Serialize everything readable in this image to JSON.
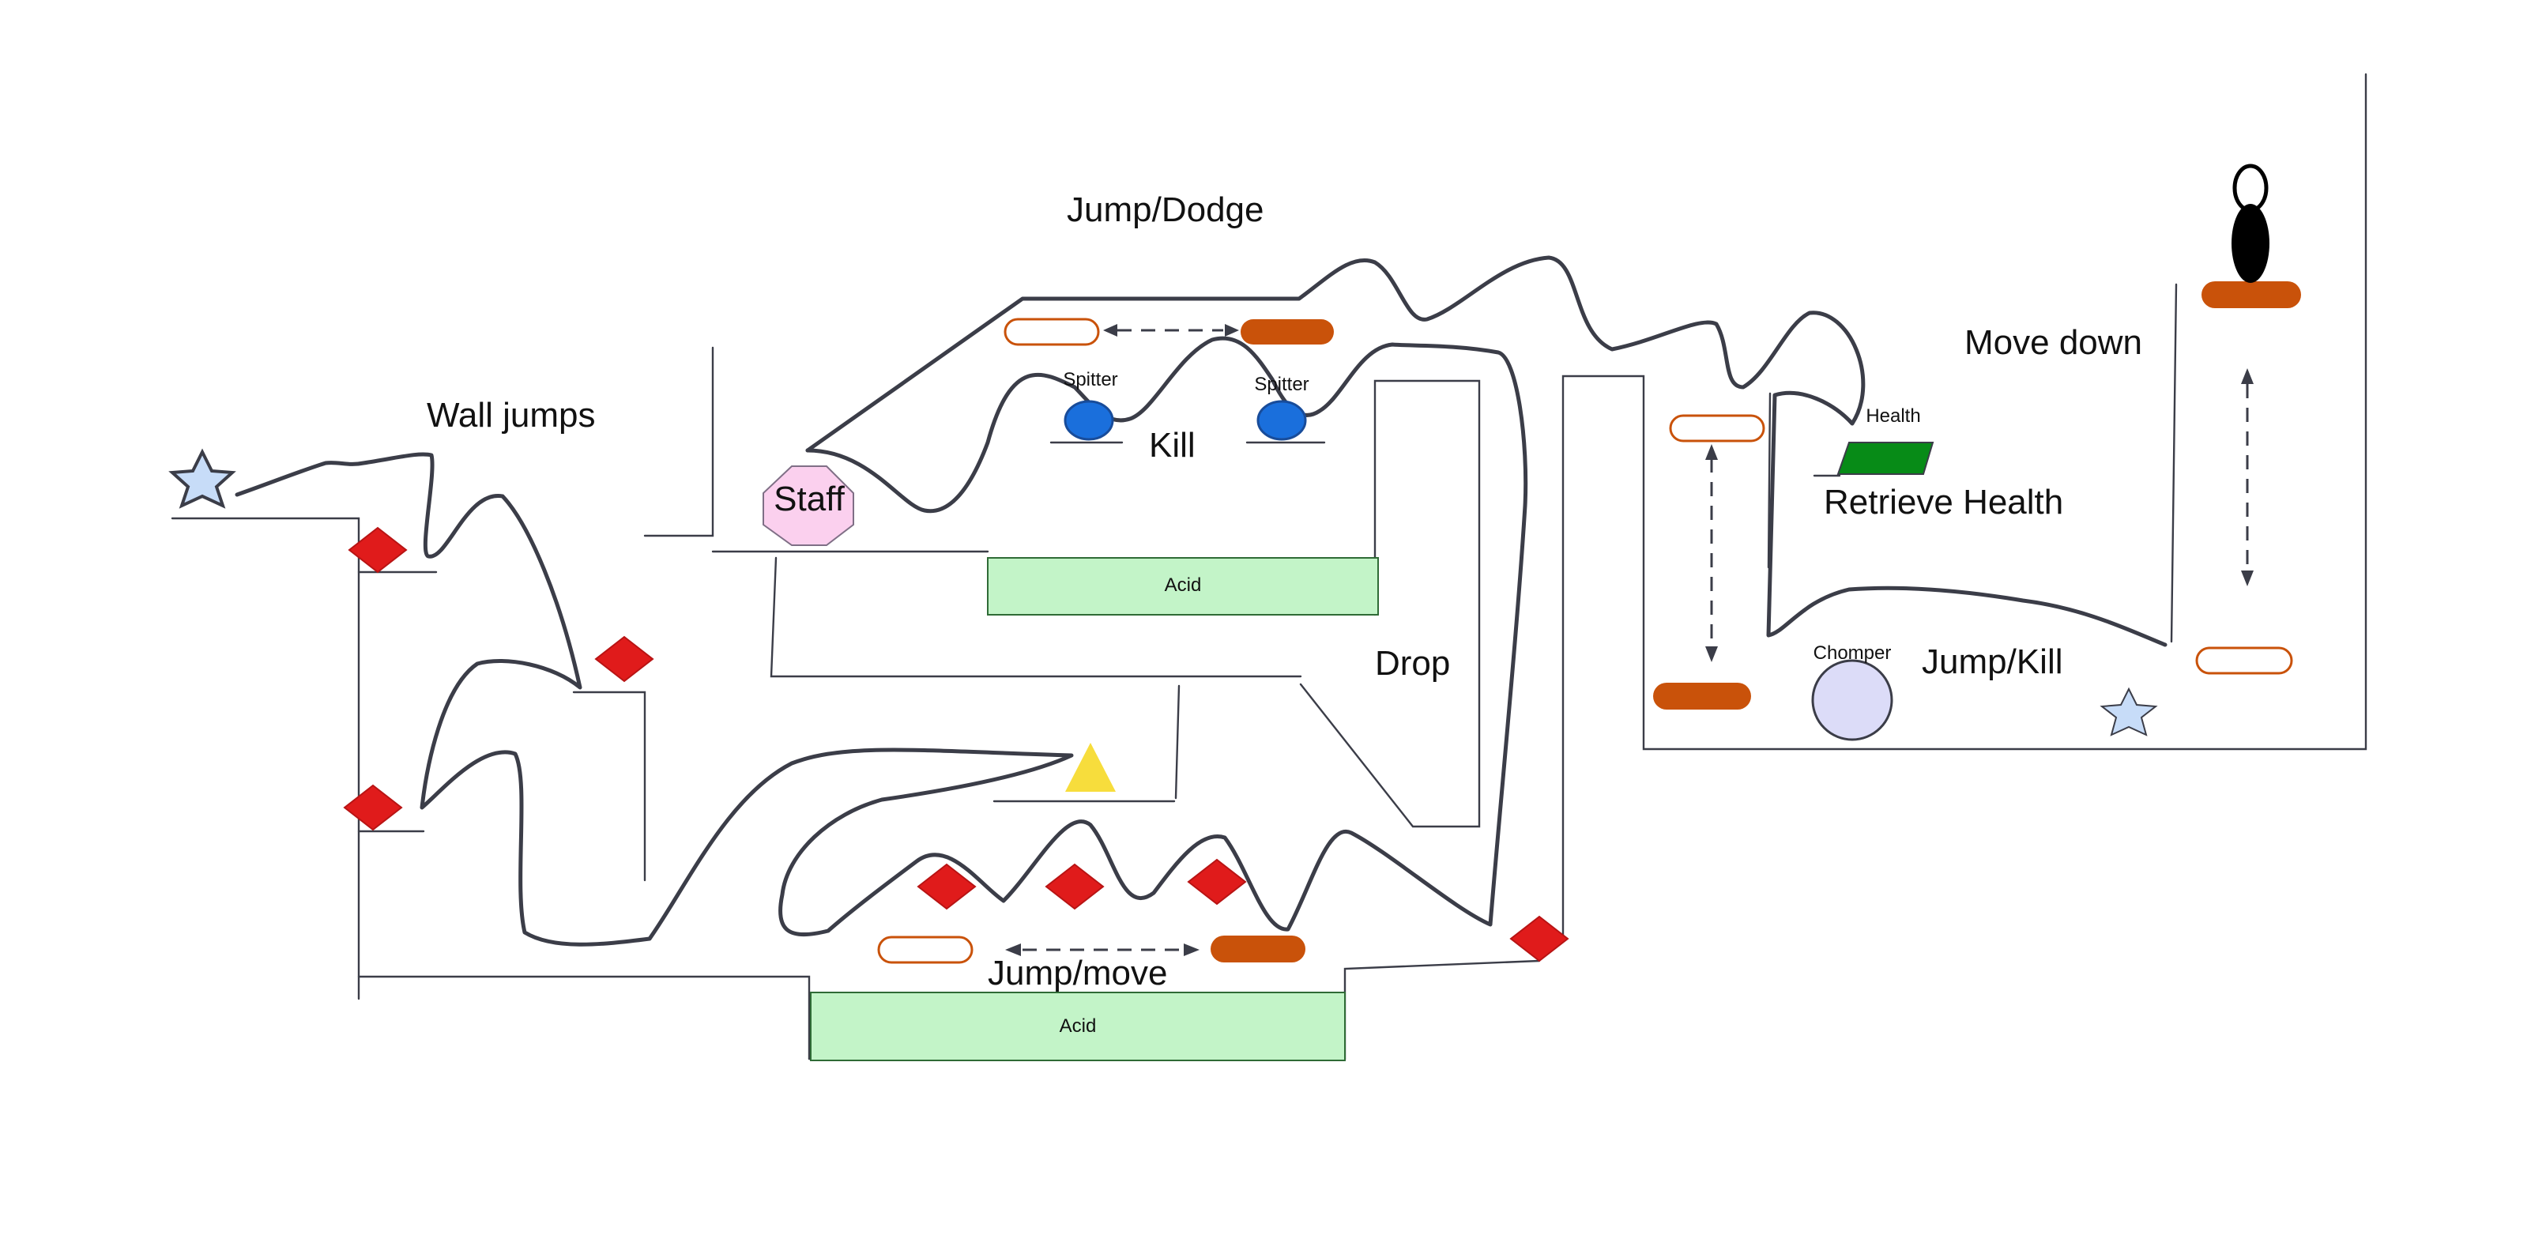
{
  "labels": {
    "wall_jumps": "Wall jumps",
    "jump_dodge": "Jump/Dodge",
    "kill": "Kill",
    "drop": "Drop",
    "jump_move": "Jump/move",
    "move_down": "Move down",
    "retrieve_health": "Retrieve Health",
    "jump_kill": "Jump/Kill"
  },
  "entities": {
    "staff": "Staff",
    "spitter_left": "Spitter",
    "spitter_right": "Spitter",
    "acid_upper": "Acid",
    "acid_lower": "Acid",
    "health": "Health",
    "chomper": "Chomper"
  },
  "colors": {
    "hazard_diamond": "#e01b1b",
    "platform_solid": "#c9520a",
    "platform_outline": "#c9520a",
    "acid_fill": "#c3f4c8",
    "acid_border": "#2f6b36",
    "spitter": "#1a6fdc",
    "staff_fill": "#fbd0ee",
    "health_fill": "#078b17",
    "chomper_fill": "#dcdcf8",
    "star_fill": "#c7dcf8",
    "player": "#000000",
    "goal_triangle": "#f7dd3c",
    "lines": "#3b3d48"
  },
  "icons": {
    "start": "star-icon",
    "end": "star-icon",
    "player": "player-figure-icon",
    "hazard": "diamond-icon",
    "goal": "triangle-icon"
  }
}
